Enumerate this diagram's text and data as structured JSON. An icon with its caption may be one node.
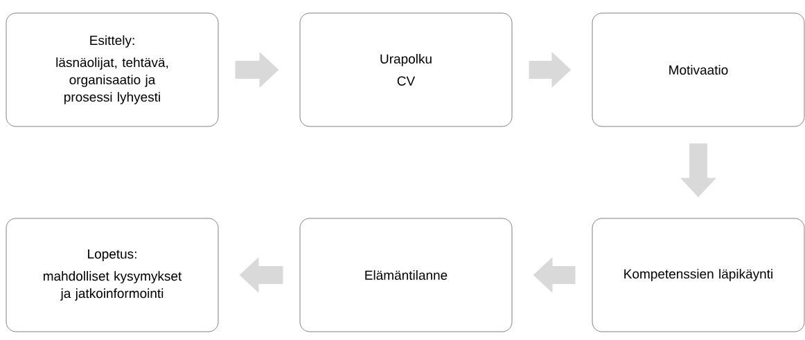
{
  "diagram": {
    "nodes": [
      {
        "text": [
          "Esittely:",
          "läsnäolijat, tehtävä, organisaatio ja prosessi lyhyesti"
        ]
      },
      {
        "text": [
          "Urapolku",
          "CV"
        ]
      },
      {
        "text": [
          "Motivaatio"
        ]
      },
      {
        "text": [
          "Kompetenssien läpikäynti"
        ]
      },
      {
        "text": [
          "Elämäntilanne"
        ]
      },
      {
        "text": [
          "Lopetus:",
          "mahdolliset kysymykset ja jatkoinformointi"
        ]
      }
    ],
    "edges": [
      {
        "from": 0,
        "to": 1,
        "arrow": "to"
      },
      {
        "from": 1,
        "to": 2,
        "arrow": "to"
      },
      {
        "from": 2,
        "to": 3,
        "arrow": "to"
      },
      {
        "from": 3,
        "to": 4,
        "arrow": "to"
      },
      {
        "from": 4,
        "to": 5,
        "arrow": "to"
      }
    ]
  }
}
